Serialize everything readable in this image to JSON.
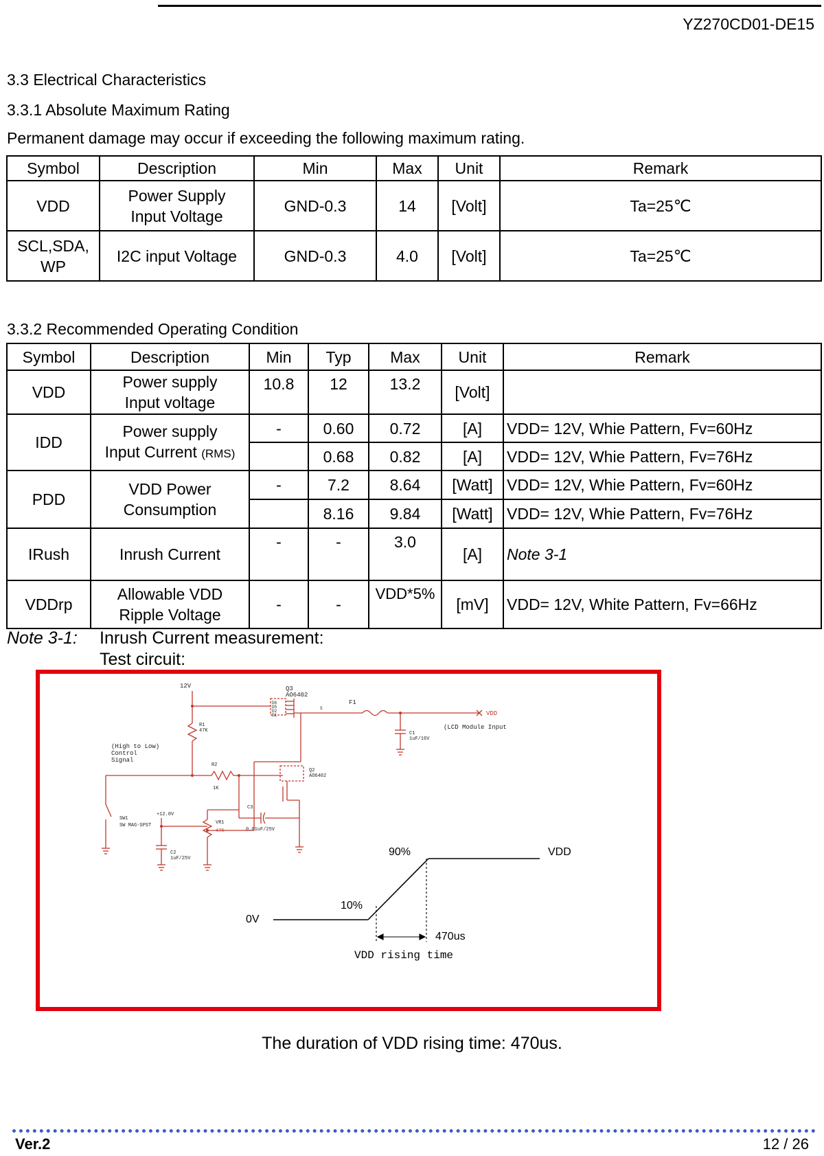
{
  "header": {
    "doc_id": "YZ270CD01-DE15"
  },
  "sections": {
    "electrical": "3.3 Electrical Characteristics",
    "abs_max": "3.3.1 Absolute Maximum Rating",
    "abs_max_intro": "Permanent damage may occur if exceeding the following maximum rating.",
    "recommended": "3.3.2 Recommended Operating Condition"
  },
  "table1": {
    "headers": [
      "Symbol",
      "Description",
      "Min",
      "Max",
      "Unit",
      "Remark"
    ],
    "rows": [
      {
        "symbol": "VDD",
        "desc1": "Power Supply",
        "desc2": "Input Voltage",
        "min": "GND-0.3",
        "max": "14",
        "unit": "[Volt]",
        "remark": "Ta=25℃"
      },
      {
        "symbol1": "SCL,SDA,",
        "symbol2": "WP",
        "desc": "I2C input Voltage",
        "min": "GND-0.3",
        "max": "4.0",
        "unit": "[Volt]",
        "remark": "Ta=25℃"
      }
    ]
  },
  "table2": {
    "headers": [
      "Symbol",
      "Description",
      "Min",
      "Typ",
      "Max",
      "Unit",
      "Remark"
    ],
    "vdd": {
      "symbol": "VDD",
      "desc1": "Power supply",
      "desc2": "Input voltage",
      "min": "10.8",
      "typ": "12",
      "max": "13.2",
      "unit": "[Volt]",
      "remark": ""
    },
    "idd": {
      "symbol": "IDD",
      "desc1": "Power supply",
      "desc2": "Input Current",
      "desc2_small": "(RMS)",
      "r1": {
        "min": "-",
        "typ": "0.60",
        "max": "0.72",
        "unit": "[A]",
        "remark": "VDD= 12V, Whie Pattern, Fv=60Hz"
      },
      "r2": {
        "min": "",
        "typ": "0.68",
        "max": "0.82",
        "unit": "[A]",
        "remark": "VDD= 12V, Whie Pattern, Fv=76Hz"
      }
    },
    "pdd": {
      "symbol": "PDD",
      "desc1": "VDD Power",
      "desc2": "Consumption",
      "r1": {
        "min": "-",
        "typ": "7.2",
        "max": "8.64",
        "unit": "[Watt]",
        "remark": "VDD= 12V, Whie Pattern, Fv=60Hz"
      },
      "r2": {
        "min": "",
        "typ": "8.16",
        "max": "9.84",
        "unit": "[Watt]",
        "remark": "VDD= 12V, Whie Pattern, Fv=76Hz"
      }
    },
    "irush": {
      "symbol": "IRush",
      "desc": "Inrush Current",
      "min": "-",
      "typ": "-",
      "max": "3.0",
      "unit": "[A]",
      "remark": "Note 3-1"
    },
    "vddrp": {
      "symbol": "VDDrp",
      "desc1": "Allowable VDD",
      "desc2": "Ripple Voltage",
      "min": "-",
      "typ": "-",
      "max": "VDD*5%",
      "unit": "[mV]",
      "remark": "VDD= 12V, White Pattern, Fv=66Hz"
    }
  },
  "note": {
    "label": "Note 3-1:",
    "title": "Inrush Current measurement:",
    "subtitle": "Test circuit:"
  },
  "circuit": {
    "v12": "12V",
    "q3": "Q3",
    "q3_part": "AO6402",
    "f1": "F1",
    "vdd": "VDD",
    "lcd_input": "(LCD Module Input",
    "c1": "C1",
    "c1_val": "1uF/16V",
    "r1": "R1",
    "r1_val": "47K",
    "ctrl1": "(High to Low)",
    "ctrl2": "Control",
    "ctrl3": "Signal",
    "r2": "R2",
    "r2_val": "1K",
    "q2": "Q2",
    "q2_part": "AO6402",
    "c3": "C3",
    "c3_val": "0.01uF/25V",
    "sw1": "SW1",
    "sw1_part": "SW MAG-SPST",
    "v12b": "+12.0V",
    "vr1": "VR1",
    "vr1_val": "47K",
    "c2": "C2",
    "c2_val": "1uF/25V",
    "pins": [
      "D6",
      "D5",
      "D2",
      "D1"
    ],
    "s_pin": "S"
  },
  "waveform": {
    "p90": "90%",
    "vdd": "VDD",
    "p10": "10%",
    "zero": "0V",
    "t470": "470us",
    "rising": "VDD rising time"
  },
  "caption": "The duration of VDD rising time: 470us.",
  "footer": {
    "version": "Ver.2",
    "page": "12 / 26"
  },
  "colors": {
    "frame": "#e3000f",
    "circuit": "#c0392b",
    "footer_dots": "#3a5cc9"
  }
}
